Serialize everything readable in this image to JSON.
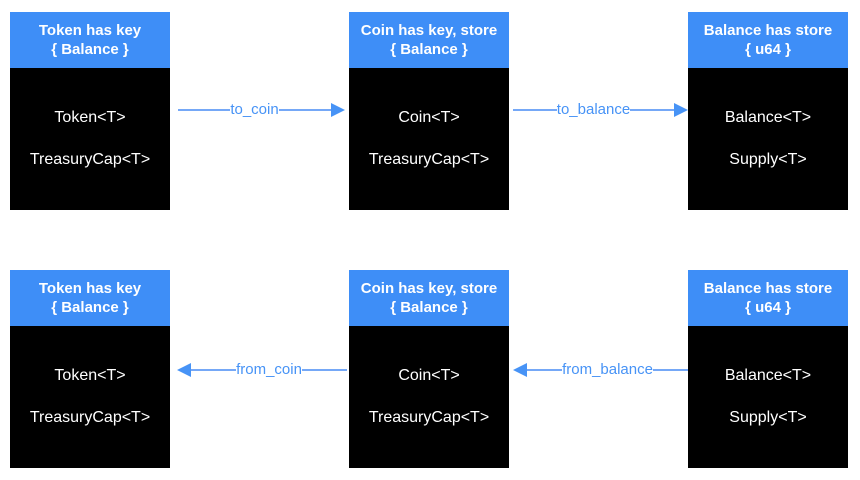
{
  "colors": {
    "header_blue": "#3e8ef7",
    "body_black": "#000000",
    "arrow_blue": "#4793f6",
    "arrow_line_blue": "#75a8f7",
    "text_white": "#ffffff",
    "background": "#ffffff"
  },
  "rows": [
    {
      "boxes": [
        {
          "title": "Token has key",
          "subtitle": "{ Balance }",
          "items": [
            "Token<T>",
            "TreasuryCap<T>"
          ]
        },
        {
          "title": "Coin has key, store",
          "subtitle": "{ Balance }",
          "items": [
            "Coin<T>",
            "TreasuryCap<T>"
          ]
        },
        {
          "title": "Balance has store",
          "subtitle": "{ u64 }",
          "items": [
            "Balance<T>",
            "Supply<T>"
          ]
        }
      ],
      "arrows": [
        {
          "label": "to_coin",
          "direction": "right"
        },
        {
          "label": "to_balance",
          "direction": "right"
        }
      ]
    },
    {
      "boxes": [
        {
          "title": "Token has key",
          "subtitle": "{ Balance }",
          "items": [
            "Token<T>",
            "TreasuryCap<T>"
          ]
        },
        {
          "title": "Coin has key, store",
          "subtitle": "{ Balance }",
          "items": [
            "Coin<T>",
            "TreasuryCap<T>"
          ]
        },
        {
          "title": "Balance has store",
          "subtitle": "{ u64 }",
          "items": [
            "Balance<T>",
            "Supply<T>"
          ]
        }
      ],
      "arrows": [
        {
          "label": "from_coin",
          "direction": "left"
        },
        {
          "label": "from_balance",
          "direction": "left"
        }
      ]
    }
  ]
}
